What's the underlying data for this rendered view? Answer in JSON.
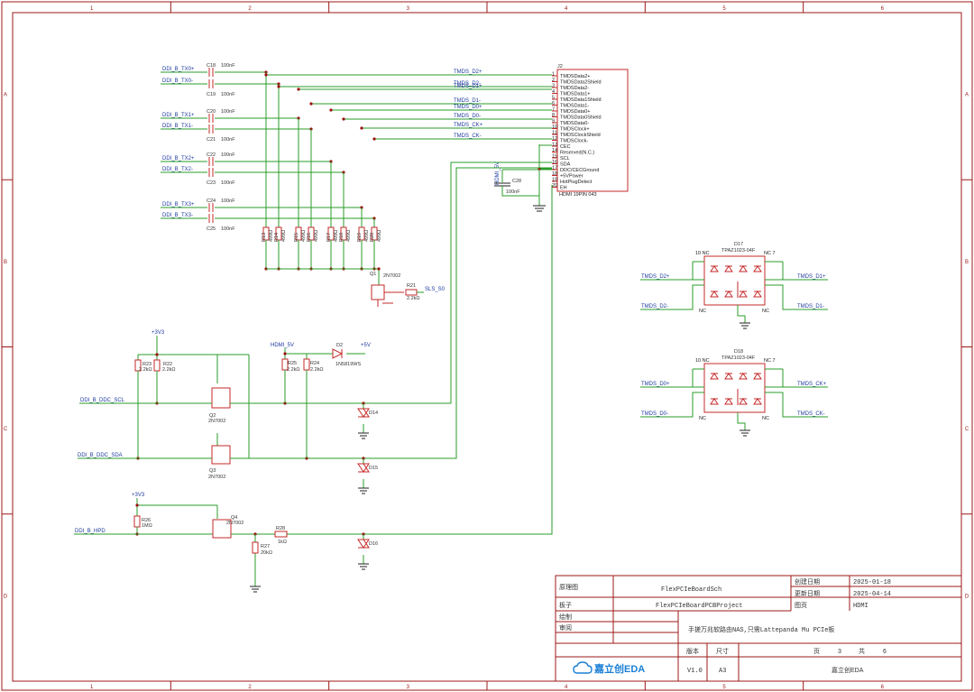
{
  "colors": {
    "wire": "#2a9d2a",
    "component": "#c62828",
    "net_label": "#1e3a9e",
    "frame": "#9c1818",
    "junction": "#9c1010"
  },
  "frame": {
    "columns": [
      "1",
      "2",
      "3",
      "4",
      "5",
      "6"
    ],
    "rows": [
      "A",
      "B",
      "C",
      "D"
    ]
  },
  "capacitors": [
    {
      "ref": "C18",
      "value": "100nF",
      "net": "DDI_B_TX0+"
    },
    {
      "ref": "C19",
      "value": "100nF",
      "net": "DDI_B_TX0-"
    },
    {
      "ref": "C20",
      "value": "100nF",
      "net": "DDI_B_TX1+"
    },
    {
      "ref": "C21",
      "value": "100nF",
      "net": "DDI_B_TX1-"
    },
    {
      "ref": "C22",
      "value": "100nF",
      "net": "DDI_B_TX2+"
    },
    {
      "ref": "C23",
      "value": "100nF",
      "net": "DDI_B_TX2-"
    },
    {
      "ref": "C24",
      "value": "100nF",
      "net": "DDI_B_TX3+"
    },
    {
      "ref": "C25",
      "value": "100nF",
      "net": "DDI_B_TX3-"
    }
  ],
  "out_nets": [
    "TMDS_D2+",
    "TMDS_D2-",
    "TMDS_D1+",
    "TMDS_D1-",
    "TMDS_D0+",
    "TMDS_D0-",
    "TMDS_CK+",
    "TMDS_CK-"
  ],
  "pulldowns": [
    {
      "ref": "R13",
      "value": "499Ω"
    },
    {
      "ref": "R14",
      "value": "499Ω"
    },
    {
      "ref": "R15",
      "value": "499Ω"
    },
    {
      "ref": "R16",
      "value": "499Ω"
    },
    {
      "ref": "R17",
      "value": "499Ω"
    },
    {
      "ref": "R18",
      "value": "499Ω"
    },
    {
      "ref": "R19",
      "value": "499Ω"
    },
    {
      "ref": "R20",
      "value": "499Ω"
    }
  ],
  "connector": {
    "ref": "J2",
    "part": "HDMI 19PIN 043",
    "pins": [
      "TMDSData2+",
      "TMDSData2Shield",
      "TMDSData2-",
      "TMDSData1+",
      "TMDSData1Shield",
      "TMDSData1-",
      "TMDSData0+",
      "TMDSData0Shield",
      "TMDSData0-",
      "TMDSClock+",
      "TMDSClockShield",
      "TMDSClock-",
      "CEC",
      "Reserved(N.C.)",
      "SCL",
      "SDA",
      "DDC/CECGround",
      "+5VPower",
      "HotPlugDetect",
      "EH"
    ]
  },
  "c28": {
    "ref": "C28",
    "value": "100nF",
    "net": "HDMI_5V"
  },
  "q1": {
    "ref": "Q1",
    "part": "2N7002",
    "r_ref": "R21",
    "r_value": "2.2kΩ",
    "net": "SLS_S0"
  },
  "ddc": {
    "supply": "+3V3",
    "r22": {
      "ref": "R22",
      "value": "2.2kΩ"
    },
    "r23": {
      "ref": "R23",
      "value": "2.2kΩ"
    },
    "r24": {
      "ref": "R24",
      "value": "2.2kΩ"
    },
    "r25": {
      "ref": "R25",
      "value": "2.2kΩ"
    },
    "q2": {
      "ref": "Q2",
      "part": "2N7002"
    },
    "q3": {
      "ref": "Q3",
      "part": "2N7002"
    },
    "scl_net": "DDI_B_DDC_SCL",
    "sda_net": "DDI_B_DDC_SDA",
    "hdmi5v": "HDMI_5V",
    "d2": {
      "ref": "D2",
      "part": "1N5819WS"
    },
    "plus5v": "+5V",
    "d14": "D14",
    "d15": "D15"
  },
  "hpd": {
    "supply": "+3V3",
    "r26": {
      "ref": "R26",
      "value": "1MΩ"
    },
    "r27": {
      "ref": "R27",
      "value": "20kΩ"
    },
    "r28": {
      "ref": "R28",
      "value": "1kΩ"
    },
    "q4": {
      "ref": "Q4",
      "part": "2N7002"
    },
    "net": "DDI_B_HPD",
    "d16": "D16"
  },
  "esd": [
    {
      "ref": "D17",
      "part": "TPAZ1023-04F",
      "left_top": "TMDS_D2+",
      "left_bot": "TMDS_D2-",
      "right_top": "TMDS_D1+",
      "right_bot": "TMDS_D1-"
    },
    {
      "ref": "D18",
      "part": "TPAZ1023-04F",
      "left_top": "TMDS_D0+",
      "left_bot": "TMDS_D0-",
      "right_top": "TMDS_CK+",
      "right_bot": "TMDS_CK-"
    }
  ],
  "title_block": {
    "schematic_label": "原理图",
    "schematic": "FlexPCIeBoardSch",
    "board_label": "板子",
    "board": "FlexPCIeBoardPCBProject",
    "drawn_label": "绘制",
    "review_label": "审阅",
    "created_label": "创建日期",
    "created": "2025-01-18",
    "updated_label": "更新日期",
    "updated": "2025-04-14",
    "page_label": "图页",
    "page_name": "HDMI",
    "project_title": "手搓万兆软路由NAS,只需Lattepanda Mu PCIe板",
    "version_label": "版本",
    "version": "V1.0",
    "size_label": "尺寸",
    "size": "A3",
    "page_word": "页",
    "page_no": "3",
    "total_word": "共",
    "total": "6",
    "logo": "嘉立创EDA",
    "company": "嘉立创EDA"
  }
}
